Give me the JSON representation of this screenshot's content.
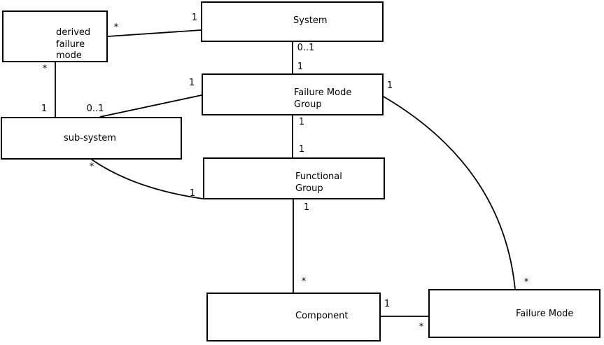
{
  "diagram": {
    "type": "uml-class-relationship-diagram",
    "colors": {
      "background": "#ffffff",
      "line": "#000000",
      "box_border": "#000000",
      "box_fill": "#ffffff",
      "text": "#000000"
    },
    "nodes": [
      {
        "id": "derived-failure-mode",
        "label": "derived\nfailure\nmode"
      },
      {
        "id": "system",
        "label": "System"
      },
      {
        "id": "failure-mode-group",
        "label": "Failure Mode\nGroup"
      },
      {
        "id": "sub-system",
        "label": "sub-system"
      },
      {
        "id": "functional-group",
        "label": "Functional\nGroup"
      },
      {
        "id": "component",
        "label": "Component"
      },
      {
        "id": "failure-mode",
        "label": "Failure Mode"
      }
    ],
    "edges": [
      {
        "from": "derived-failure-mode",
        "to": "system",
        "from_mult": "*",
        "to_mult": "1"
      },
      {
        "from": "derived-failure-mode",
        "to": "sub-system",
        "from_mult": "*",
        "to_mult": "1"
      },
      {
        "from": "sub-system",
        "to": "failure-mode-group",
        "from_mult": "0..1",
        "to_mult": "1"
      },
      {
        "from": "system",
        "to": "failure-mode-group",
        "from_mult": "0..1",
        "to_mult": "1"
      },
      {
        "from": "failure-mode-group",
        "to": "functional-group",
        "from_mult": "1",
        "to_mult": "1"
      },
      {
        "from": "functional-group",
        "to": "component",
        "from_mult": "1",
        "to_mult": "*"
      },
      {
        "from": "sub-system",
        "to": "functional-group",
        "from_mult": "*",
        "to_mult": "1"
      },
      {
        "from": "failure-mode-group",
        "to": "failure-mode",
        "from_mult": "1",
        "to_mult": "*"
      },
      {
        "from": "component",
        "to": "failure-mode",
        "from_mult": "1",
        "to_mult": "*"
      }
    ]
  }
}
